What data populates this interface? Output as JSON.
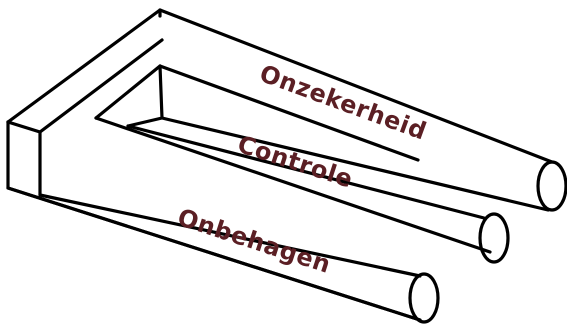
{
  "figure": {
    "labels": [
      {
        "text": "Onzekerheid"
      },
      {
        "text": "Controle"
      },
      {
        "text": "Onbehagen"
      }
    ],
    "colors": {
      "label_text": "#5b1f24",
      "outline": "#000000",
      "background": "#ffffff"
    }
  }
}
